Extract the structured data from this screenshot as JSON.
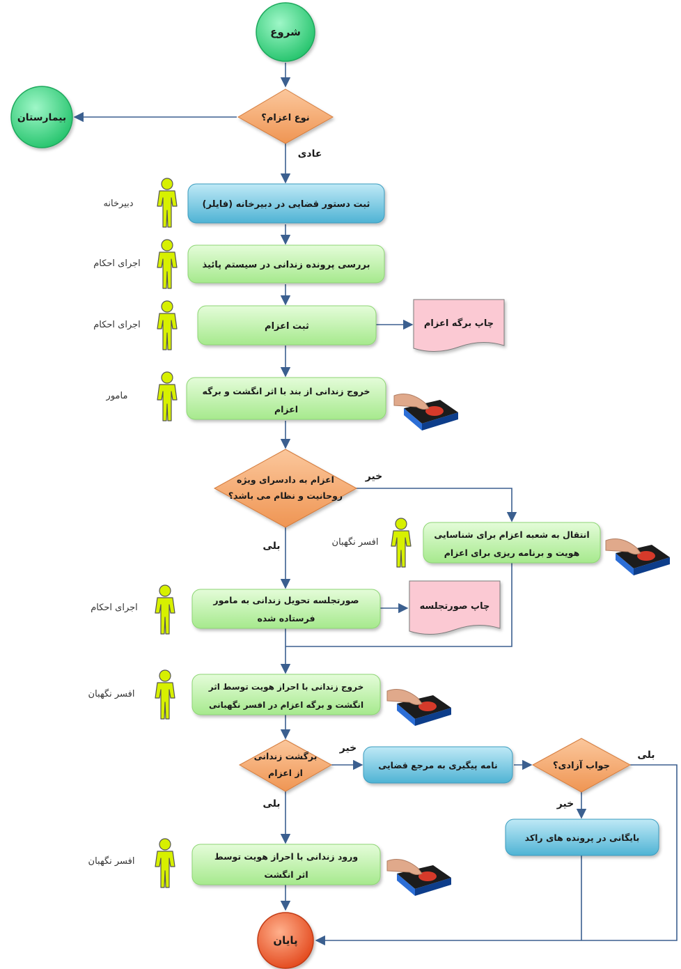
{
  "nodes": {
    "start": "شروع",
    "hospital": "بیمارستان",
    "end": "پایان",
    "type_decision": "نوع اعزام؟",
    "register_order": "ثبت دستور قضایی در دبیرخانه (فایلر)",
    "review_file": "بررسی پرونده زندانی در سیستم پائیذ",
    "register_dispatch": "ثبت اعزام",
    "print_dispatch": "چاپ برگه اعزام",
    "exit_ward_1": "خروج زندانی از بند با اثر انگشت و برگه",
    "exit_ward_2": "اعزام",
    "special_decision_1": "اعزام به دادسرای ویژه",
    "special_decision_2": "روحانیت و نظام می باشد؟",
    "transfer_1": "انتقال به شعبه اعزام برای شناسایی",
    "transfer_2": "هویت و برنامه ریزی برای اعزام",
    "minutes_1": "صورتجلسه تحویل زندانی به مامور",
    "minutes_2": "فرستاده شده",
    "print_minutes": "چاپ صورتجلسه",
    "exit_verify_1": "خروج زندانی با احراز هویت توسط اثر",
    "exit_verify_2": "انگشت و برگه اعزام در افسر نگهبانی",
    "return_decision_1": "برگشت زندانی",
    "return_decision_2": "از اعزام",
    "followup_letter": "نامه پیگیری به مرجع قضایی",
    "release_decision": "جواب آزادی؟",
    "archive": "بایگانی در پرونده های راکد",
    "entry_1": "ورود زندانی با احراز هویت توسط",
    "entry_2": "اثر انگشت"
  },
  "edge_labels": {
    "normal": "عادی",
    "no_special": "خیر",
    "yes_special": "بلی",
    "no_return": "خیر",
    "yes_return": "بلی",
    "yes_release": "بلی",
    "no_release": "خیر"
  },
  "actors": {
    "secretariat": "دبیرخانه",
    "enforcement_1": "اجرای احکام",
    "enforcement_2": "اجرای احکام",
    "officer": "مامور",
    "guard_1": "افسر نگهبان",
    "enforcement_3": "اجرای احکام",
    "guard_2": "افسر نگهبان",
    "guard_3": "افسر نگهبان"
  },
  "colors": {
    "start_circle": "#3fd98a",
    "end_circle": "#f05a2a",
    "decision": "#f5a76a",
    "process_green": "#b9f2a6",
    "process_blue": "#6fc2dc",
    "document": "#fbc9d3",
    "actor": "#d7f000",
    "arrow": "#3b5f8f"
  },
  "icons": [
    "person-actor-icon",
    "fingerprint-scanner-icon"
  ]
}
